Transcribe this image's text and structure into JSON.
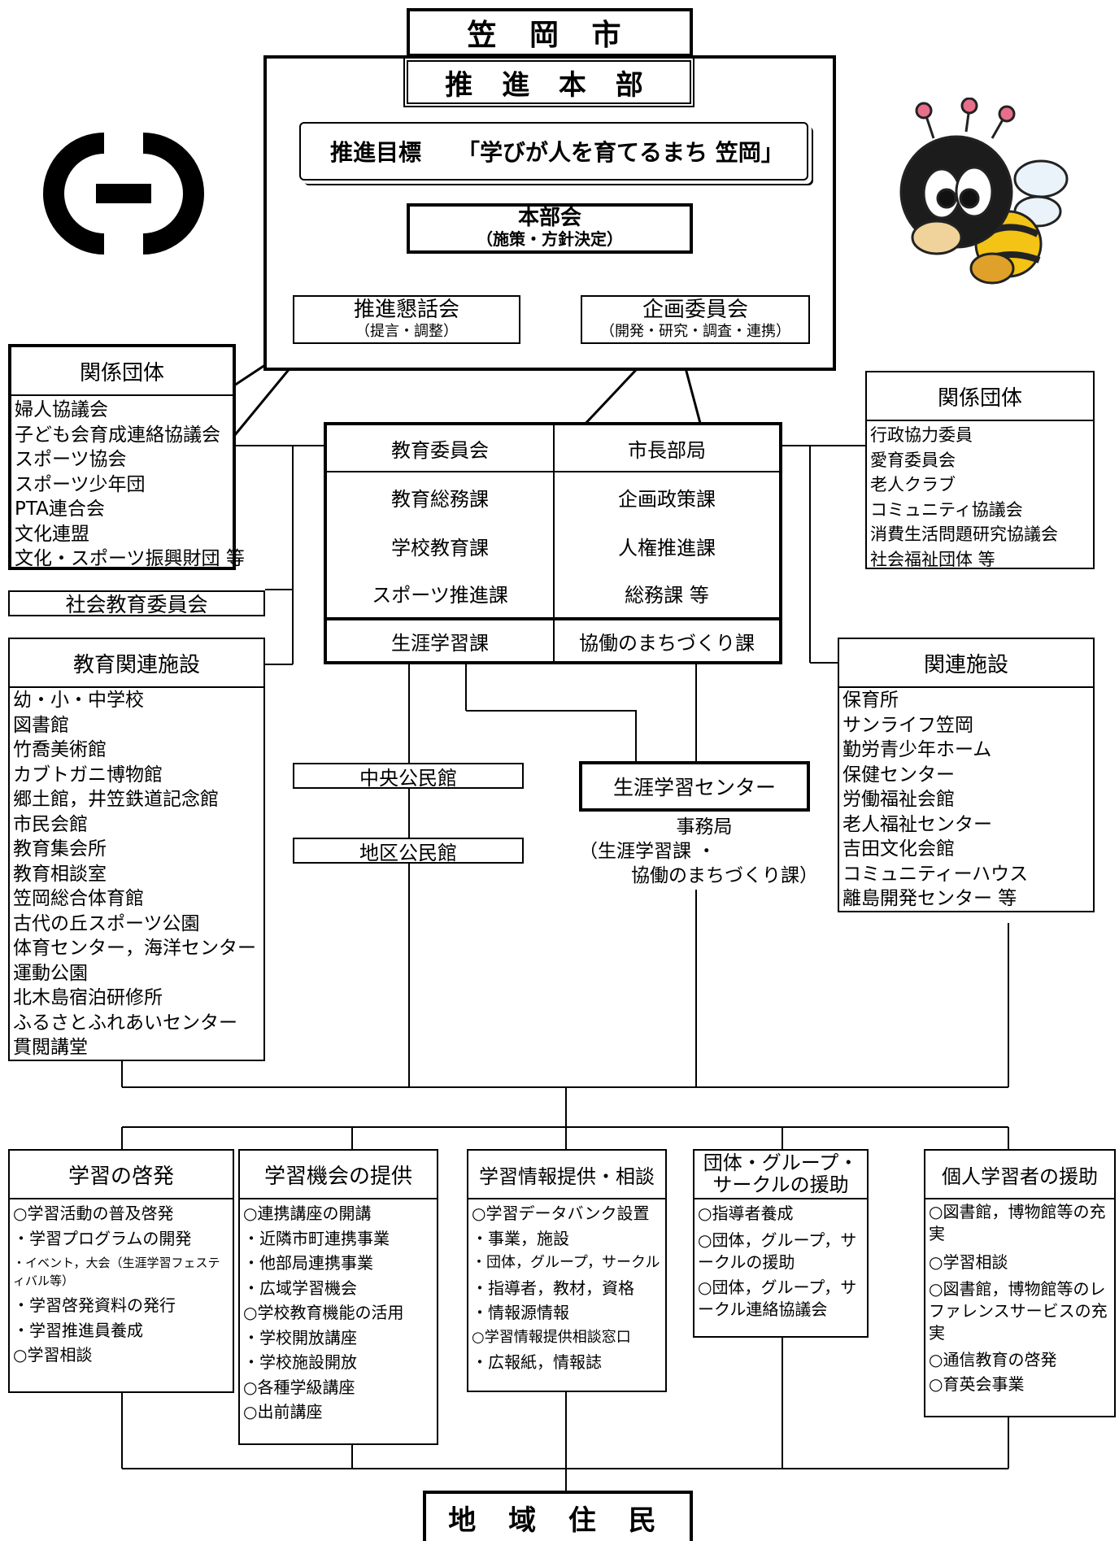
{
  "city_title": "笠 岡 市",
  "hq": {
    "title": "推 進 本 部",
    "goal_label": "推進目標",
    "goal_text": "「学びが人を育てるまち 笠岡」",
    "council_title": "本部会",
    "council_sub": "（施策・方針決定）",
    "forum_title": "推進懇話会",
    "forum_sub": "（提言・調整）",
    "planning_title": "企画委員会",
    "planning_sub": "（開発・研究・調査・連携）"
  },
  "left_groups": {
    "title": "関係団体",
    "items": [
      "婦人協議会",
      "子ども会育成連絡協議会",
      "スポーツ協会",
      "スポーツ少年団",
      "PTA連合会",
      "文化連盟",
      "文化・スポーツ振興財団 等"
    ]
  },
  "social_ed_committee": "社会教育委員会",
  "right_groups": {
    "title": "関係団体",
    "items": [
      "行政協力委員",
      "愛育委員会",
      "老人クラブ",
      "コミュニティ協議会",
      "消費生活問題研究協議会",
      "社会福祉団体 等"
    ]
  },
  "center_org": {
    "left_header": "教育委員会",
    "right_header": "市長部局",
    "left_items": [
      "教育総務課",
      "学校教育課",
      "スポーツ推進課"
    ],
    "right_items": [
      "企画政策課",
      "人権推進課",
      "総務課 等"
    ],
    "left_bottom": "生涯学習課",
    "right_bottom": "協働のまちづくり課"
  },
  "edu_facilities": {
    "title": "教育関連施設",
    "items": [
      "幼・小・中学校",
      "図書館",
      "竹喬美術館",
      "カブトガニ博物館",
      "郷土館，井笠鉄道記念館",
      "市民会館",
      "教育集会所",
      "教育相談室",
      "笠岡総合体育館",
      "古代の丘スポーツ公園",
      "体育センター，海洋センター",
      "運動公園",
      "北木島宿泊研修所",
      "ふるさとふれあいセンター",
      "貫閲講堂"
    ]
  },
  "rel_facilities": {
    "title": "関連施設",
    "items": [
      "保育所",
      "サンライフ笠岡",
      "勤労青少年ホーム",
      "保健センター",
      "労働福祉会館",
      "老人福祉センター",
      "吉田文化会館",
      "コミュニティーハウス",
      "離島開発センター 等"
    ]
  },
  "central_hall": "中央公民館",
  "district_hall": "地区公民館",
  "lifelong_center": {
    "title": "生涯学習センター",
    "secretariat": "事務局",
    "sec_line1": "（生涯学習課 ・",
    "sec_line2": "協働のまちづくり課）"
  },
  "activities": [
    {
      "title": "学習の啓発",
      "items": [
        "○学習活動の普及啓発",
        "・学習プログラムの開発",
        "・イベント，大会（生涯学習フェスティバル等）",
        "・学習啓発資料の発行",
        "・学習推進員養成",
        "○学習相談"
      ]
    },
    {
      "title": "学習機会の提供",
      "items": [
        "○連携講座の開講",
        "・近隣市町連携事業",
        "・他部局連携事業",
        "・広域学習機会",
        "○学校教育機能の活用",
        "・学校開放講座",
        "・学校施設開放",
        "○各種学級講座",
        "○出前講座"
      ]
    },
    {
      "title": "学習情報提供・相談",
      "items": [
        "○学習データバンク設置",
        "・事業，施設",
        "・団体，グループ，サークル",
        "・指導者，教材，資格",
        "・情報源情報",
        "○学習情報提供相談窓口",
        "・広報紙，情報誌"
      ]
    },
    {
      "title_line1": "団体・グループ・",
      "title_line2": "サークルの援助",
      "items": [
        "○指導者養成",
        "○団体，グループ，サークルの援助",
        "○団体，グループ，サークル連絡協議会"
      ]
    },
    {
      "title": "個人学習者の援助",
      "items": [
        "○図書館，博物館等の充実",
        "○学習相談",
        "○図書館，博物館等のレファレンスサービスの充実",
        "○通信教育の啓発",
        "○育英会事業"
      ]
    }
  ],
  "residents": "地 域 住 民",
  "logo_icon": "city-emblem-icon",
  "mascot_icon": "bee-mascot-icon"
}
